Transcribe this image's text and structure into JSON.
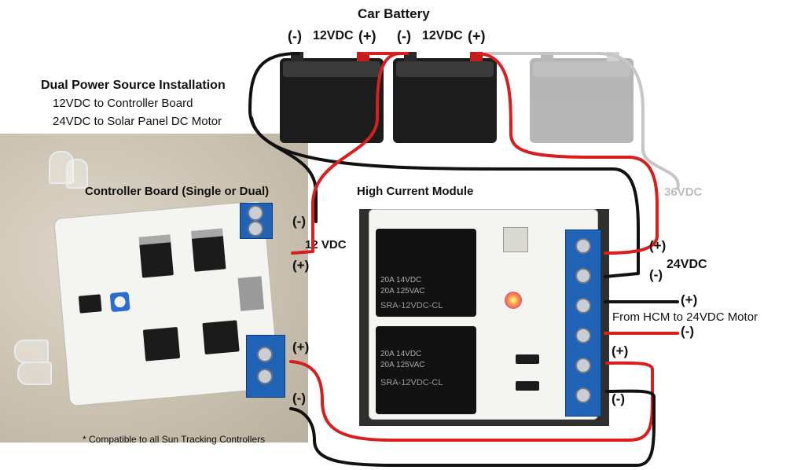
{
  "title": "Car Battery",
  "install_title": "Dual Power Source Installation",
  "install_line1": "12VDC to Controller Board",
  "install_line2": "24VDC to Solar Panel DC Motor",
  "controller_label": "Controller Board (Single or Dual)",
  "hcm_label": "High Current Module",
  "battery_voltage": "12VDC",
  "neg": "(-)",
  "pos": "(+)",
  "v36_label": "36VDC",
  "ctrl_in_label": "12 VDC",
  "v24_label": "24VDC",
  "motor_label": "From HCM to 24VDC Motor",
  "footnote": "* Compatible to all Sun Tracking Controllers",
  "colors": {
    "wire_red": "#d81e1e",
    "wire_black": "#111111",
    "wire_grey": "#c6c6c6",
    "terminal_blue": "#1f62b6"
  }
}
